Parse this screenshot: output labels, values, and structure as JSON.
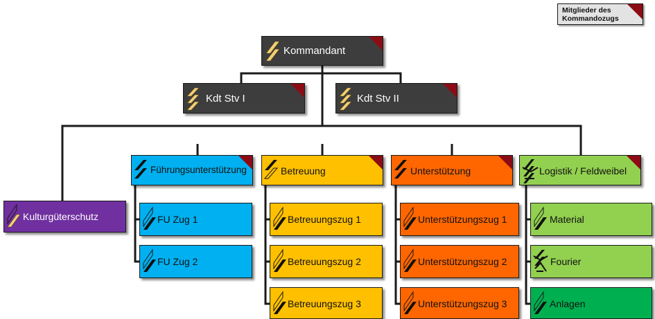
{
  "legend": {
    "line1": "Mitglieder des",
    "line2": "Kommandozugs"
  },
  "colors": {
    "dark": "#3d3d3d",
    "purple": "#7030a0",
    "blue": "#00b0f0",
    "yellow": "#ffc000",
    "orange": "#ff6600",
    "lightgreen": "#92d050",
    "green": "#00b050",
    "command_marker": "#8b0c14"
  },
  "nodes": {
    "kommandant": {
      "label": "Kommandant",
      "insignia": "diagonal-bars-icon"
    },
    "kdt_stv_1": {
      "label": "Kdt Stv I",
      "insignia": "triple-bars-icon"
    },
    "kdt_stv_2": {
      "label": "Kdt Stv II",
      "insignia": "triple-bars-icon"
    },
    "kulturgueterschutz": {
      "label": "Kulturgüterschutz"
    },
    "fuehrungsunterstuetzung": {
      "label": "Führungsunterstützung"
    },
    "fu_zug_1": {
      "label": "FU Zug 1"
    },
    "fu_zug_2": {
      "label": "FU Zug 2"
    },
    "betreuung": {
      "label": "Betreuung"
    },
    "betreuungszug_1": {
      "label": "Betreuungszug 1"
    },
    "betreuungszug_2": {
      "label": "Betreuungszug 2"
    },
    "betreuungszug_3": {
      "label": "Betreuungszug 3"
    },
    "unterstuetzung": {
      "label": "Unterstützung"
    },
    "unterstuetzungszug_1": {
      "label": "Unterstützungszug 1"
    },
    "unterstuetzungszug_2": {
      "label": "Unterstützungszug 2"
    },
    "unterstuetzungszug_3": {
      "label": "Unterstützungszug 3"
    },
    "logistik": {
      "label": "Logistik / Feldweibel"
    },
    "material": {
      "label": "Material"
    },
    "fourier": {
      "label": "Fourier"
    },
    "anlagen": {
      "label": "Anlagen"
    }
  }
}
